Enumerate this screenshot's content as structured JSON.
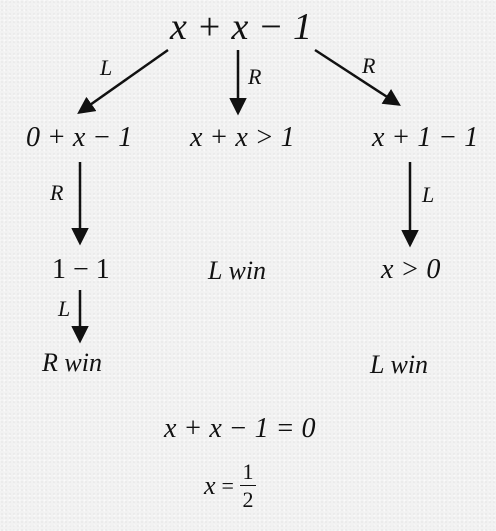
{
  "root": "x + x − 1",
  "edges": {
    "left_label": "L",
    "middle_label": "R",
    "right_label": "R",
    "left_down_label": "R",
    "left_final_label": "L",
    "right_down_label": "L"
  },
  "nodes": {
    "left": "0 + x − 1",
    "middle": "x + x > 1",
    "right": "x + 1 − 1",
    "left_child": "1 − 1",
    "middle_result": "L win",
    "right_child": "x > 0",
    "left_result": "R win",
    "right_result": "L win"
  },
  "equation": "x + x − 1 = 0",
  "solution": {
    "var": "x",
    "eq": "=",
    "numerator": "1",
    "denominator": "2"
  }
}
